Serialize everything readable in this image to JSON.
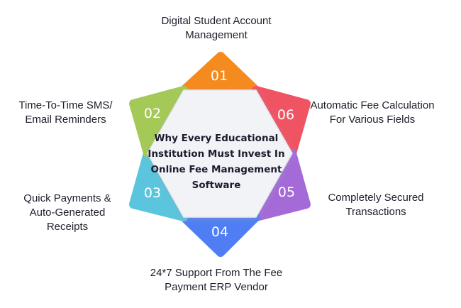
{
  "center": {
    "title": "Why Every Educational Institution Must Invest In Online Fee Management Software"
  },
  "items": [
    {
      "number": "01",
      "label": "Digital Student Account Management",
      "color": "#f58a1f"
    },
    {
      "number": "02",
      "label": "Time-To-Time SMS/ Email Reminders",
      "color": "#a5c956"
    },
    {
      "number": "03",
      "label": "Quick Payments & Auto-Generated Receipts",
      "color": "#5ac5dc"
    },
    {
      "number": "04",
      "label": "24*7 Support From The Fee Payment ERP Vendor",
      "color": "#4f7ef4"
    },
    {
      "number": "05",
      "label": "Completely Secured Transactions",
      "color": "#a46ad8"
    },
    {
      "number": "06",
      "label": "Automatic Fee Calculation For Various Fields",
      "color": "#f05462"
    }
  ]
}
